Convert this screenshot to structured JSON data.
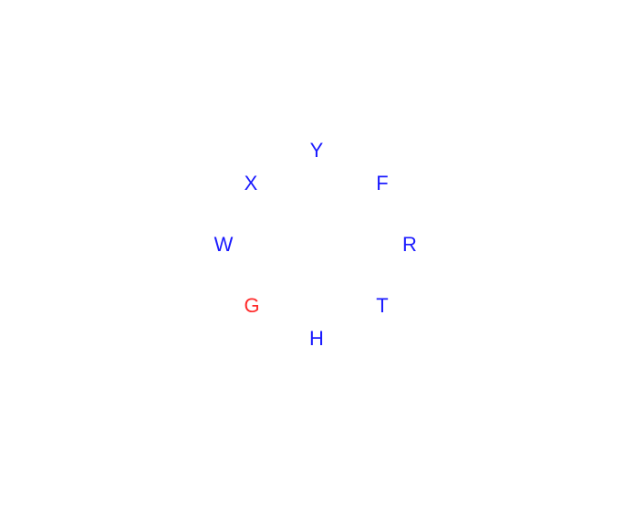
{
  "letters": [
    {
      "text": "Y",
      "color": "#1a1aff"
    },
    {
      "text": "F",
      "color": "#1a1aff"
    },
    {
      "text": "R",
      "color": "#1a1aff"
    },
    {
      "text": "T",
      "color": "#1a1aff"
    },
    {
      "text": "H",
      "color": "#1a1aff"
    },
    {
      "text": "G",
      "color": "#ff2a2a"
    },
    {
      "text": "W",
      "color": "#1a1aff"
    },
    {
      "text": "X",
      "color": "#1a1aff"
    }
  ]
}
